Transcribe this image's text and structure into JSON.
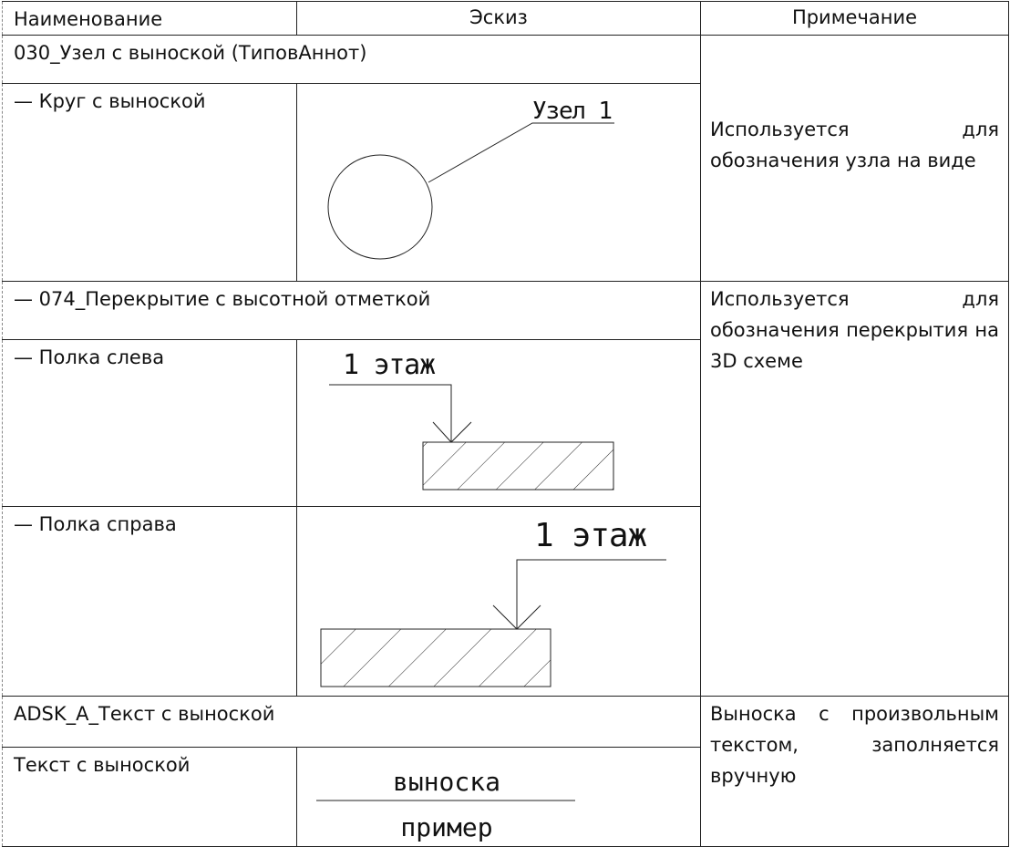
{
  "header": {
    "col_name": "Наименование",
    "col_sketch": "Эскиз",
    "col_note": "Примечание"
  },
  "groups": [
    {
      "title": "030_Узел с выноской (ТиповАннот)",
      "note": "Используется для обозначения узла на виде",
      "rows": [
        {
          "name": "— Круг с выноской",
          "sketch_text": "Узел 1"
        }
      ]
    },
    {
      "title": "— 074_Перекрытие с высотной отметкой",
      "note": "Используется для обозначения перекрытия на 3D схеме",
      "rows": [
        {
          "name": "— Полка слева",
          "sketch_text": "1 этаж"
        },
        {
          "name": "— Полка справа",
          "sketch_text": "1 этаж"
        }
      ]
    },
    {
      "title": "ADSK_A_Текст с выноской",
      "note": "Выноска с произвольным текстом, заполняется вручную",
      "rows": [
        {
          "name": "Текст с выноской",
          "sketch_text_top": "выноска",
          "sketch_text_bottom": "пример"
        }
      ]
    }
  ]
}
